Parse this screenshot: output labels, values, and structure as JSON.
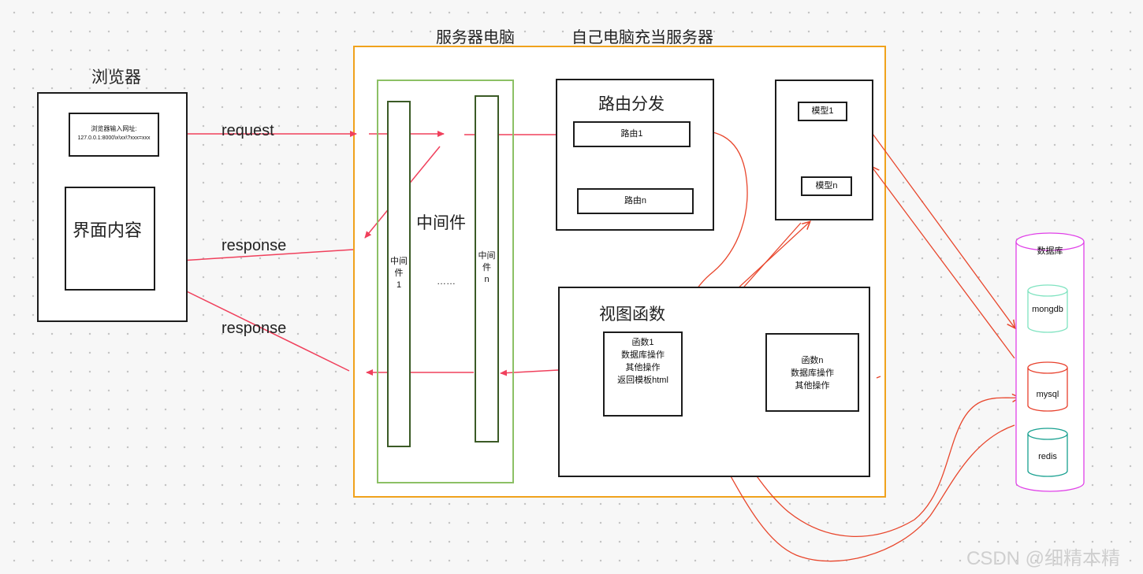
{
  "browser": {
    "title": "浏览器",
    "address_line1": "浏览器输入网址:",
    "address_line2": "127.0.0.1:8000\\x\\xx\\?xxx=xxx",
    "content_label": "界面内容"
  },
  "server": {
    "title_left": "服务器电脑",
    "title_right": "自己电脑充当服务器"
  },
  "labels": {
    "request": "request",
    "response_top": "response",
    "response_bottom": "response"
  },
  "middleware": {
    "title": "中间件",
    "bar1": "中间\n件\n1",
    "ellipsis": "……",
    "barn": "中间\n件\nn"
  },
  "router": {
    "title": "路由分发",
    "route1": "路由1",
    "routen": "路由n"
  },
  "models": {
    "model1": "模型1",
    "modeln": "模型n"
  },
  "views": {
    "title": "视图函数",
    "func1": "函数1\n数据库操作\n其他操作\n返回模板html",
    "funcn": "函数n\n数据库操作\n其他操作"
  },
  "database": {
    "title": "数据库",
    "items": [
      "mongdb",
      "mysql",
      "redis"
    ]
  },
  "watermark": "CSDN @细精本精",
  "colors": {
    "arrow_pink": "#f0405c",
    "arrow_red": "#e8462c",
    "server_border": "#f0a21c",
    "middleware_border": "#8cc065",
    "middleware_bar": "#3b5a26",
    "db_border": "#e040e8",
    "mongdb": "#7fe3c0",
    "mysql": "#e8402c",
    "redis": "#17a090"
  }
}
